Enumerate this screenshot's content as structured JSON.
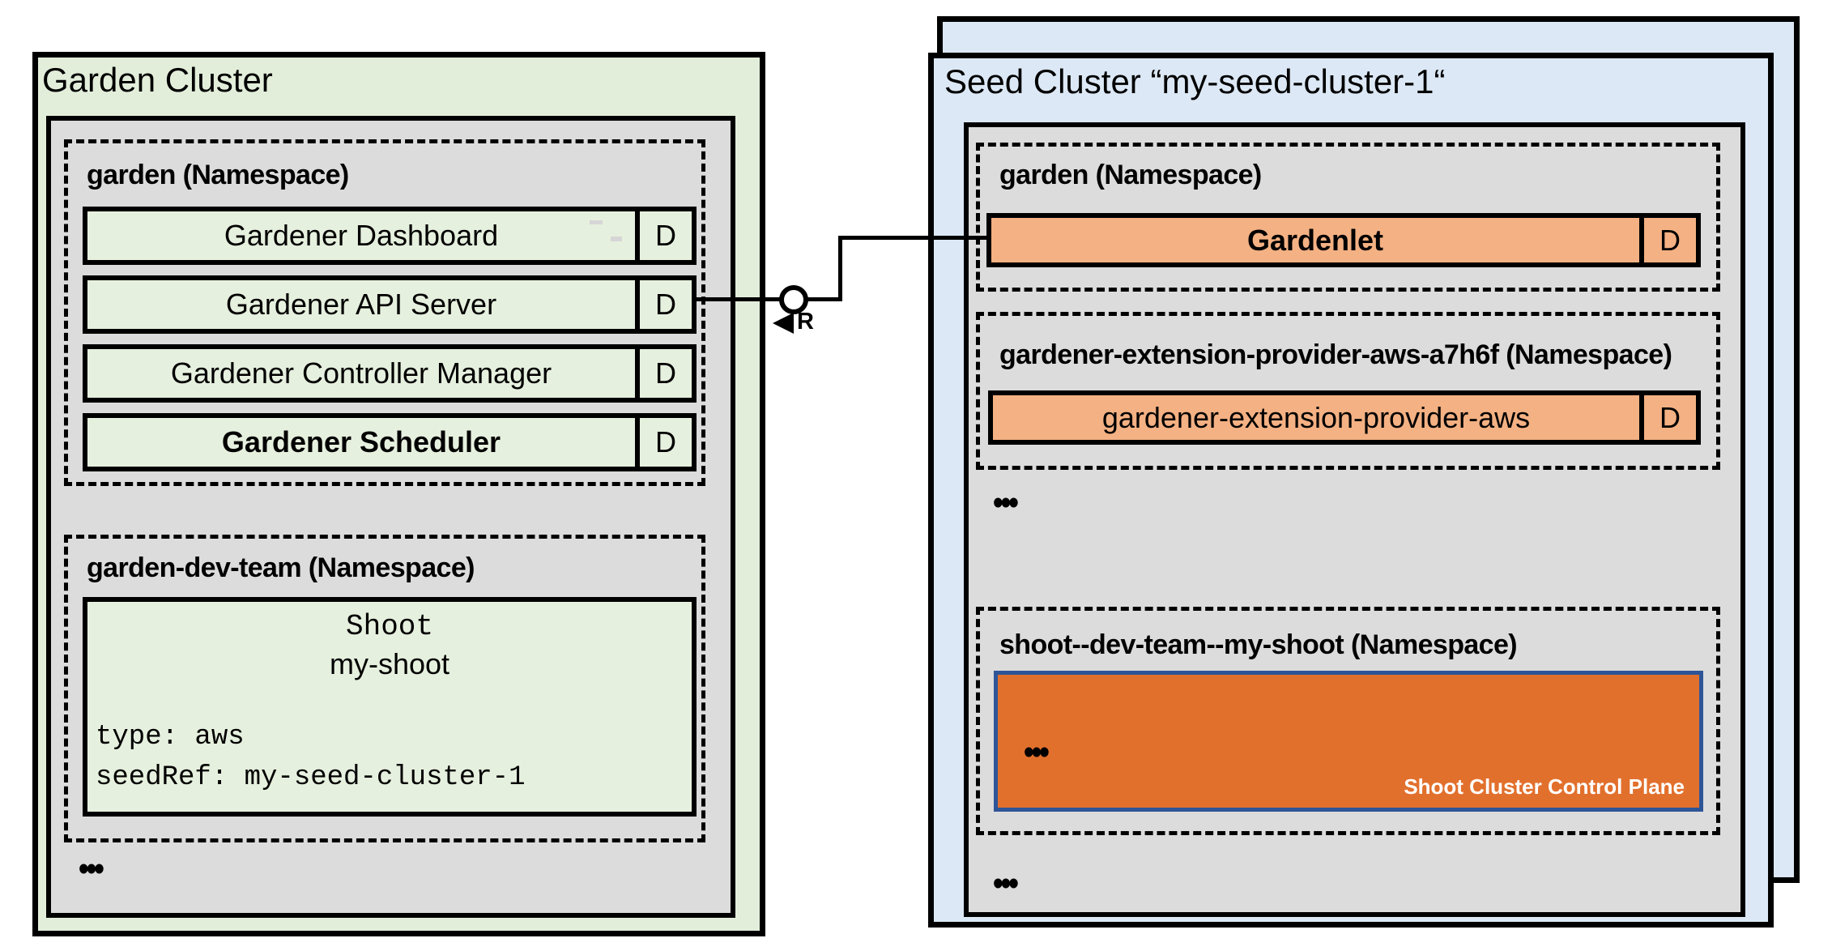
{
  "colors": {
    "garden_cluster_bg": "#e2eeda",
    "seed_cluster_bg": "#dce8f5",
    "panel_gray": "#dcdcdc",
    "deployment_green": "#e6f0de",
    "deployment_orange": "#f4b183",
    "control_plane_orange": "#e2702d",
    "control_plane_border": "#2e5597",
    "line_black": "#000000"
  },
  "garden_cluster": {
    "title": "Garden Cluster",
    "garden_namespace": {
      "label": "garden (Namespace)",
      "deployments": [
        {
          "name": "Gardener Dashboard",
          "badge": "D"
        },
        {
          "name": "Gardener API Server",
          "badge": "D"
        },
        {
          "name": "Gardener Controller Manager",
          "badge": "D"
        },
        {
          "name": "Gardener Scheduler",
          "badge": "D"
        }
      ]
    },
    "dev_namespace": {
      "label": "garden-dev-team (Namespace)",
      "shoot": {
        "kind": "Shoot",
        "name": "my-shoot",
        "spec_line_1": "type: aws",
        "spec_line_2": "seedRef: my-seed-cluster-1"
      }
    },
    "more": "•••"
  },
  "seed_cluster": {
    "title": "Seed Cluster “my-seed-cluster-1“",
    "garden_namespace": {
      "label": "garden (Namespace)",
      "deployment": {
        "name": "Gardenlet",
        "badge": "D"
      }
    },
    "extension_namespace": {
      "label": "gardener-extension-provider-aws-a7h6f (Namespace)",
      "deployment": {
        "name": "gardener-extension-provider-aws",
        "badge": "D"
      }
    },
    "more_top": "•••",
    "shoot_namespace": {
      "label": "shoot--dev-team--my-shoot (Namespace)",
      "control_plane": {
        "label": "Shoot Cluster Control Plane",
        "more": "•••"
      }
    },
    "more_bottom": "•••"
  },
  "connector": {
    "label": "R"
  }
}
